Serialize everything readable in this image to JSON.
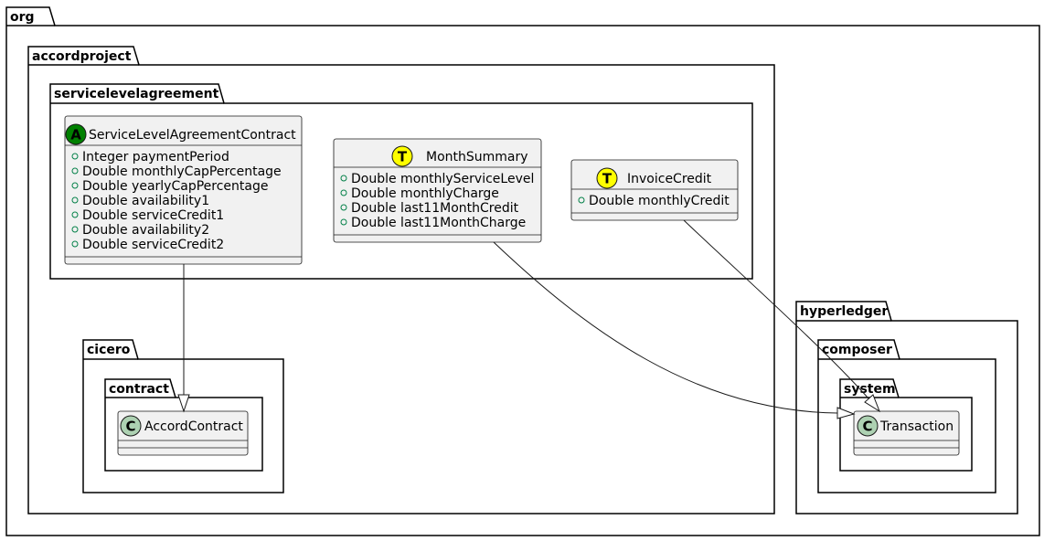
{
  "packages": {
    "org": "org",
    "accordproject": "accordproject",
    "servicelevelagreement": "servicelevelagreement",
    "cicero": "cicero",
    "contract": "contract",
    "hyperledger": "hyperledger",
    "composer": "composer",
    "system": "system"
  },
  "classes": {
    "sla_contract": {
      "stereotype": "A",
      "stereotype_color": "#008000",
      "name": "ServiceLevelAgreementContract",
      "attributes": [
        "Integer paymentPeriod",
        "Double monthlyCapPercentage",
        "Double yearlyCapPercentage",
        "Double availability1",
        "Double serviceCredit1",
        "Double availability2",
        "Double serviceCredit2"
      ]
    },
    "month_summary": {
      "stereotype": "T",
      "stereotype_color": "#FFFF00",
      "name": "MonthSummary",
      "attributes": [
        "Double monthlyServiceLevel",
        "Double monthlyCharge",
        "Double last11MonthCredit",
        "Double last11MonthCharge"
      ]
    },
    "invoice_credit": {
      "stereotype": "T",
      "stereotype_color": "#FFFF00",
      "name": "InvoiceCredit",
      "attributes": [
        "Double monthlyCredit"
      ]
    },
    "accord_contract": {
      "stereotype": "C",
      "stereotype_color": "#ADD1B2",
      "name": "AccordContract",
      "attributes": []
    },
    "transaction": {
      "stereotype": "C",
      "stereotype_color": "#ADD1B2",
      "name": "Transaction",
      "attributes": []
    }
  },
  "colors": {
    "class_fill": "#F1F1F1",
    "class_border": "#181818",
    "visibility_public": "#038048"
  }
}
